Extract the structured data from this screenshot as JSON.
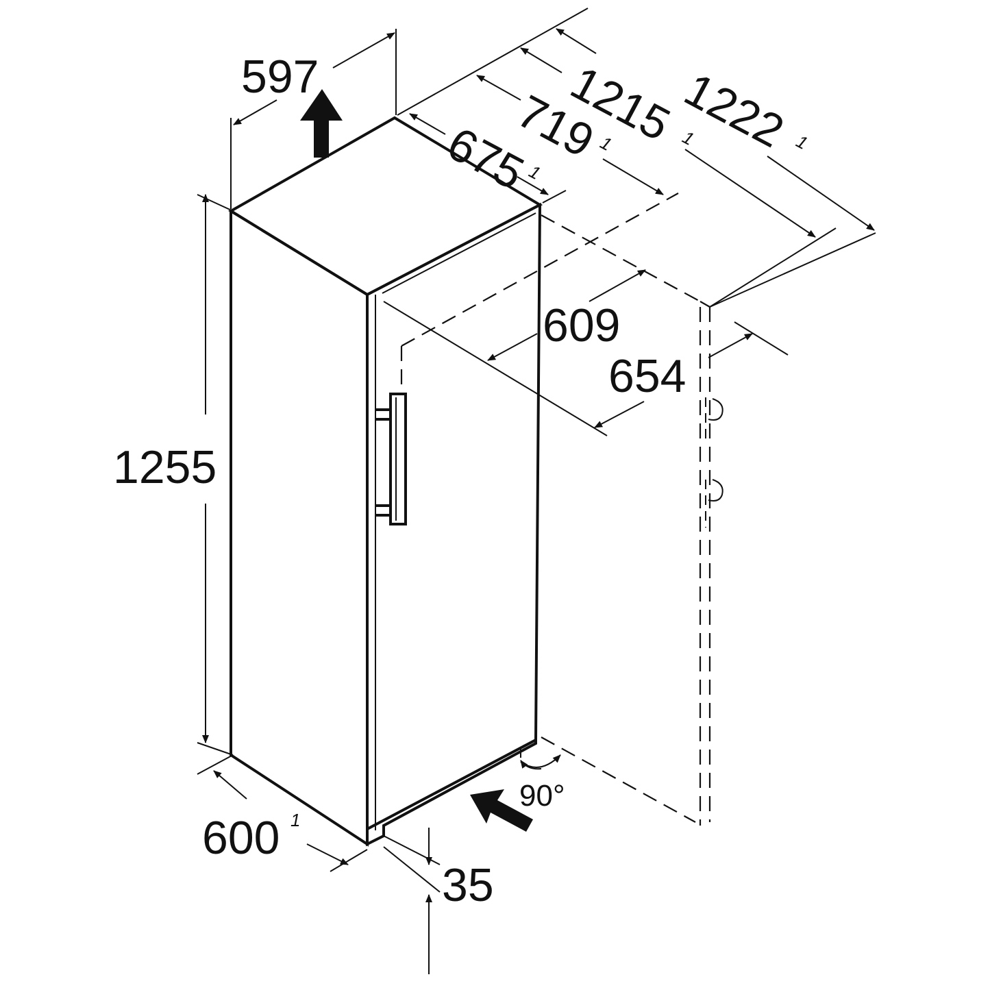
{
  "colors": {
    "ink": "#111111",
    "background": "#ffffff"
  },
  "icons": {
    "airflow_top": "arrow-up-icon",
    "airflow_bottom": "arrow-right-icon",
    "door_angle": "angle-arc-icon"
  },
  "dimensions": {
    "width_top": "597",
    "depth_675": "675",
    "depth_719": "719",
    "depth_1215": "1215",
    "depth_1222": "1222",
    "height": "1255",
    "width_bottom": "600",
    "plinth": "35",
    "niche_609": "609",
    "niche_654": "654",
    "door_angle": "90°"
  },
  "footnotes": {
    "depth_675": "1",
    "depth_719": "1",
    "depth_1215": "1",
    "depth_1222": "1",
    "width_bottom": "1"
  }
}
